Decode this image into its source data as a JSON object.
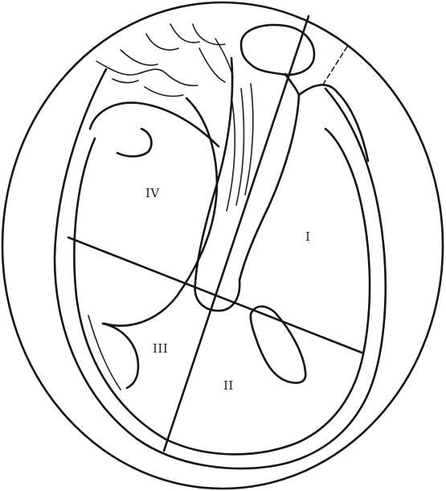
{
  "quadrants": {
    "q1": "I",
    "q2": "II",
    "q3": "III",
    "q4": "IV"
  },
  "colors": {
    "background": "#ffffff",
    "ink": "#141414"
  }
}
